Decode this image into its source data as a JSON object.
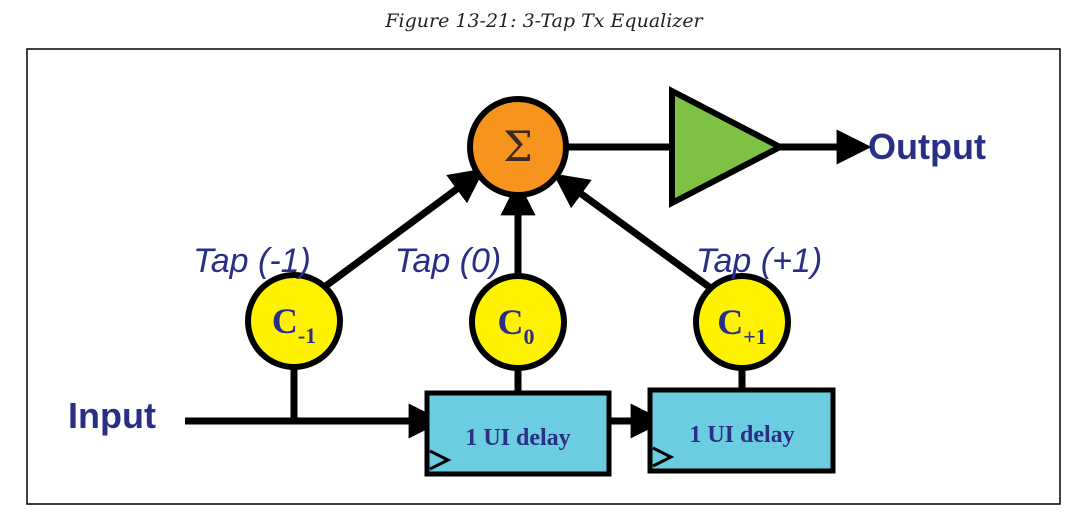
{
  "caption": "Figure 13-21: 3-Tap Tx Equalizer",
  "diagram": {
    "input_label": "Input",
    "output_label": "Output",
    "sum_symbol": "Σ",
    "taps": [
      {
        "label": "Tap (-1)",
        "coeff_base": "C",
        "coeff_sub": "-1"
      },
      {
        "label": "Tap (0)",
        "coeff_base": "C",
        "coeff_sub": "0"
      },
      {
        "label": "Tap (+1)",
        "coeff_base": "C",
        "coeff_sub": "+1"
      }
    ],
    "delays": [
      {
        "label": "1 UI delay"
      },
      {
        "label": "1 UI delay"
      }
    ]
  },
  "colors": {
    "frame": "#000000",
    "summer_fill": "#f7941d",
    "coeff_fill": "#fff200",
    "amplifier_fill": "#7dc242",
    "delay_fill": "#6ccde0",
    "label_text": "#2a2f86"
  }
}
